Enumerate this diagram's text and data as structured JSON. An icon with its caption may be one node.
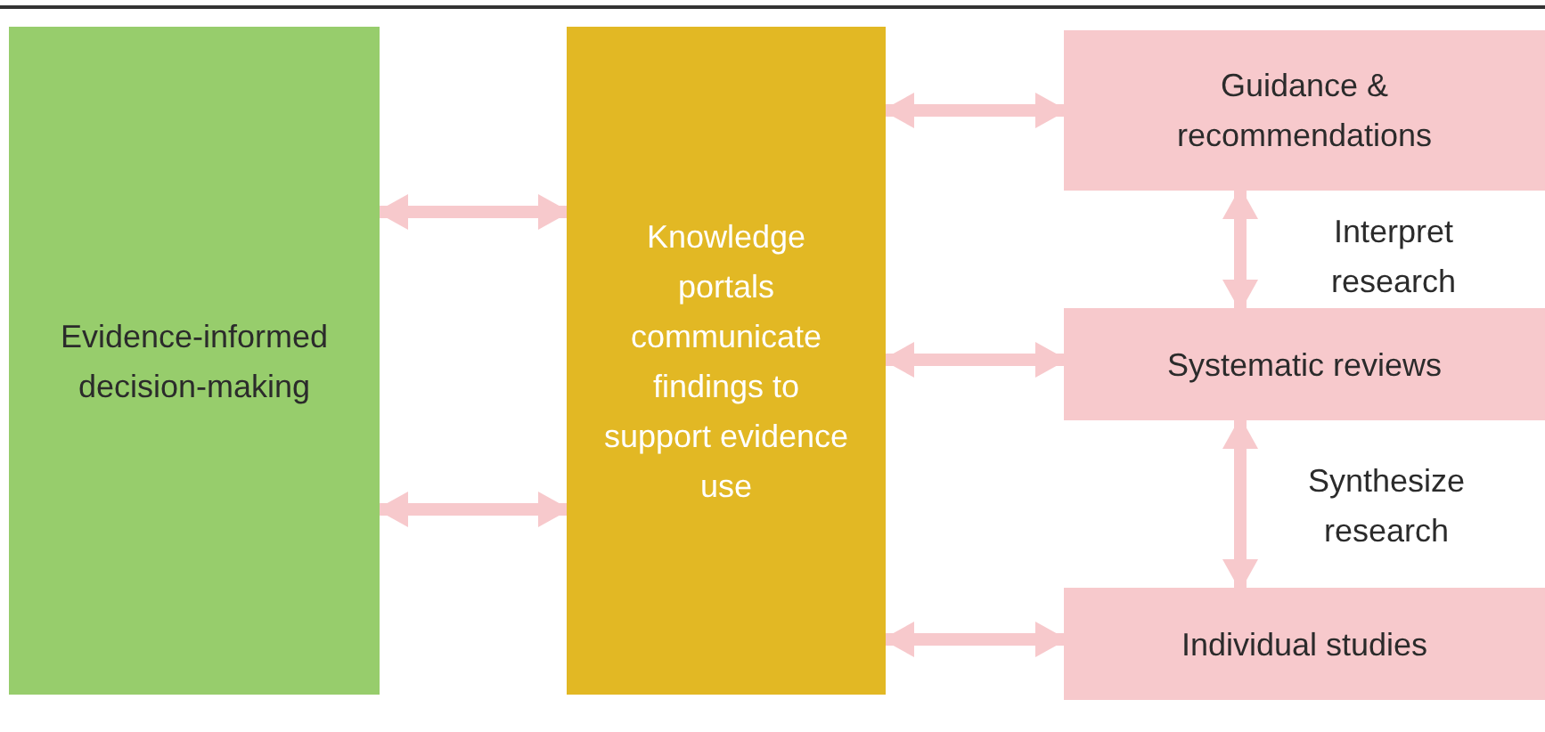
{
  "diagram": {
    "nodes": [
      {
        "text": [
          "Evidence-informed decision-making"
        ]
      },
      {
        "text": [
          "Knowledge portals communicate findings to support evidence use"
        ]
      },
      {
        "text": [
          "Guidance & recommendations"
        ]
      },
      {
        "text": [
          "Systematic reviews"
        ]
      },
      {
        "text": [
          "Individual studies"
        ]
      }
    ],
    "edges": [
      {
        "from": 0,
        "to": 1,
        "arrow": "both"
      },
      {
        "from": 0,
        "to": 1,
        "arrow": "both"
      },
      {
        "from": 1,
        "to": 2,
        "arrow": "both"
      },
      {
        "from": 1,
        "to": 3,
        "arrow": "both"
      },
      {
        "from": 1,
        "to": 4,
        "arrow": "both"
      },
      {
        "from": 2,
        "to": 3,
        "arrow": "both",
        "label": "Interpret research"
      },
      {
        "from": 3,
        "to": 4,
        "arrow": "both",
        "label": "Synthesize research"
      }
    ]
  }
}
